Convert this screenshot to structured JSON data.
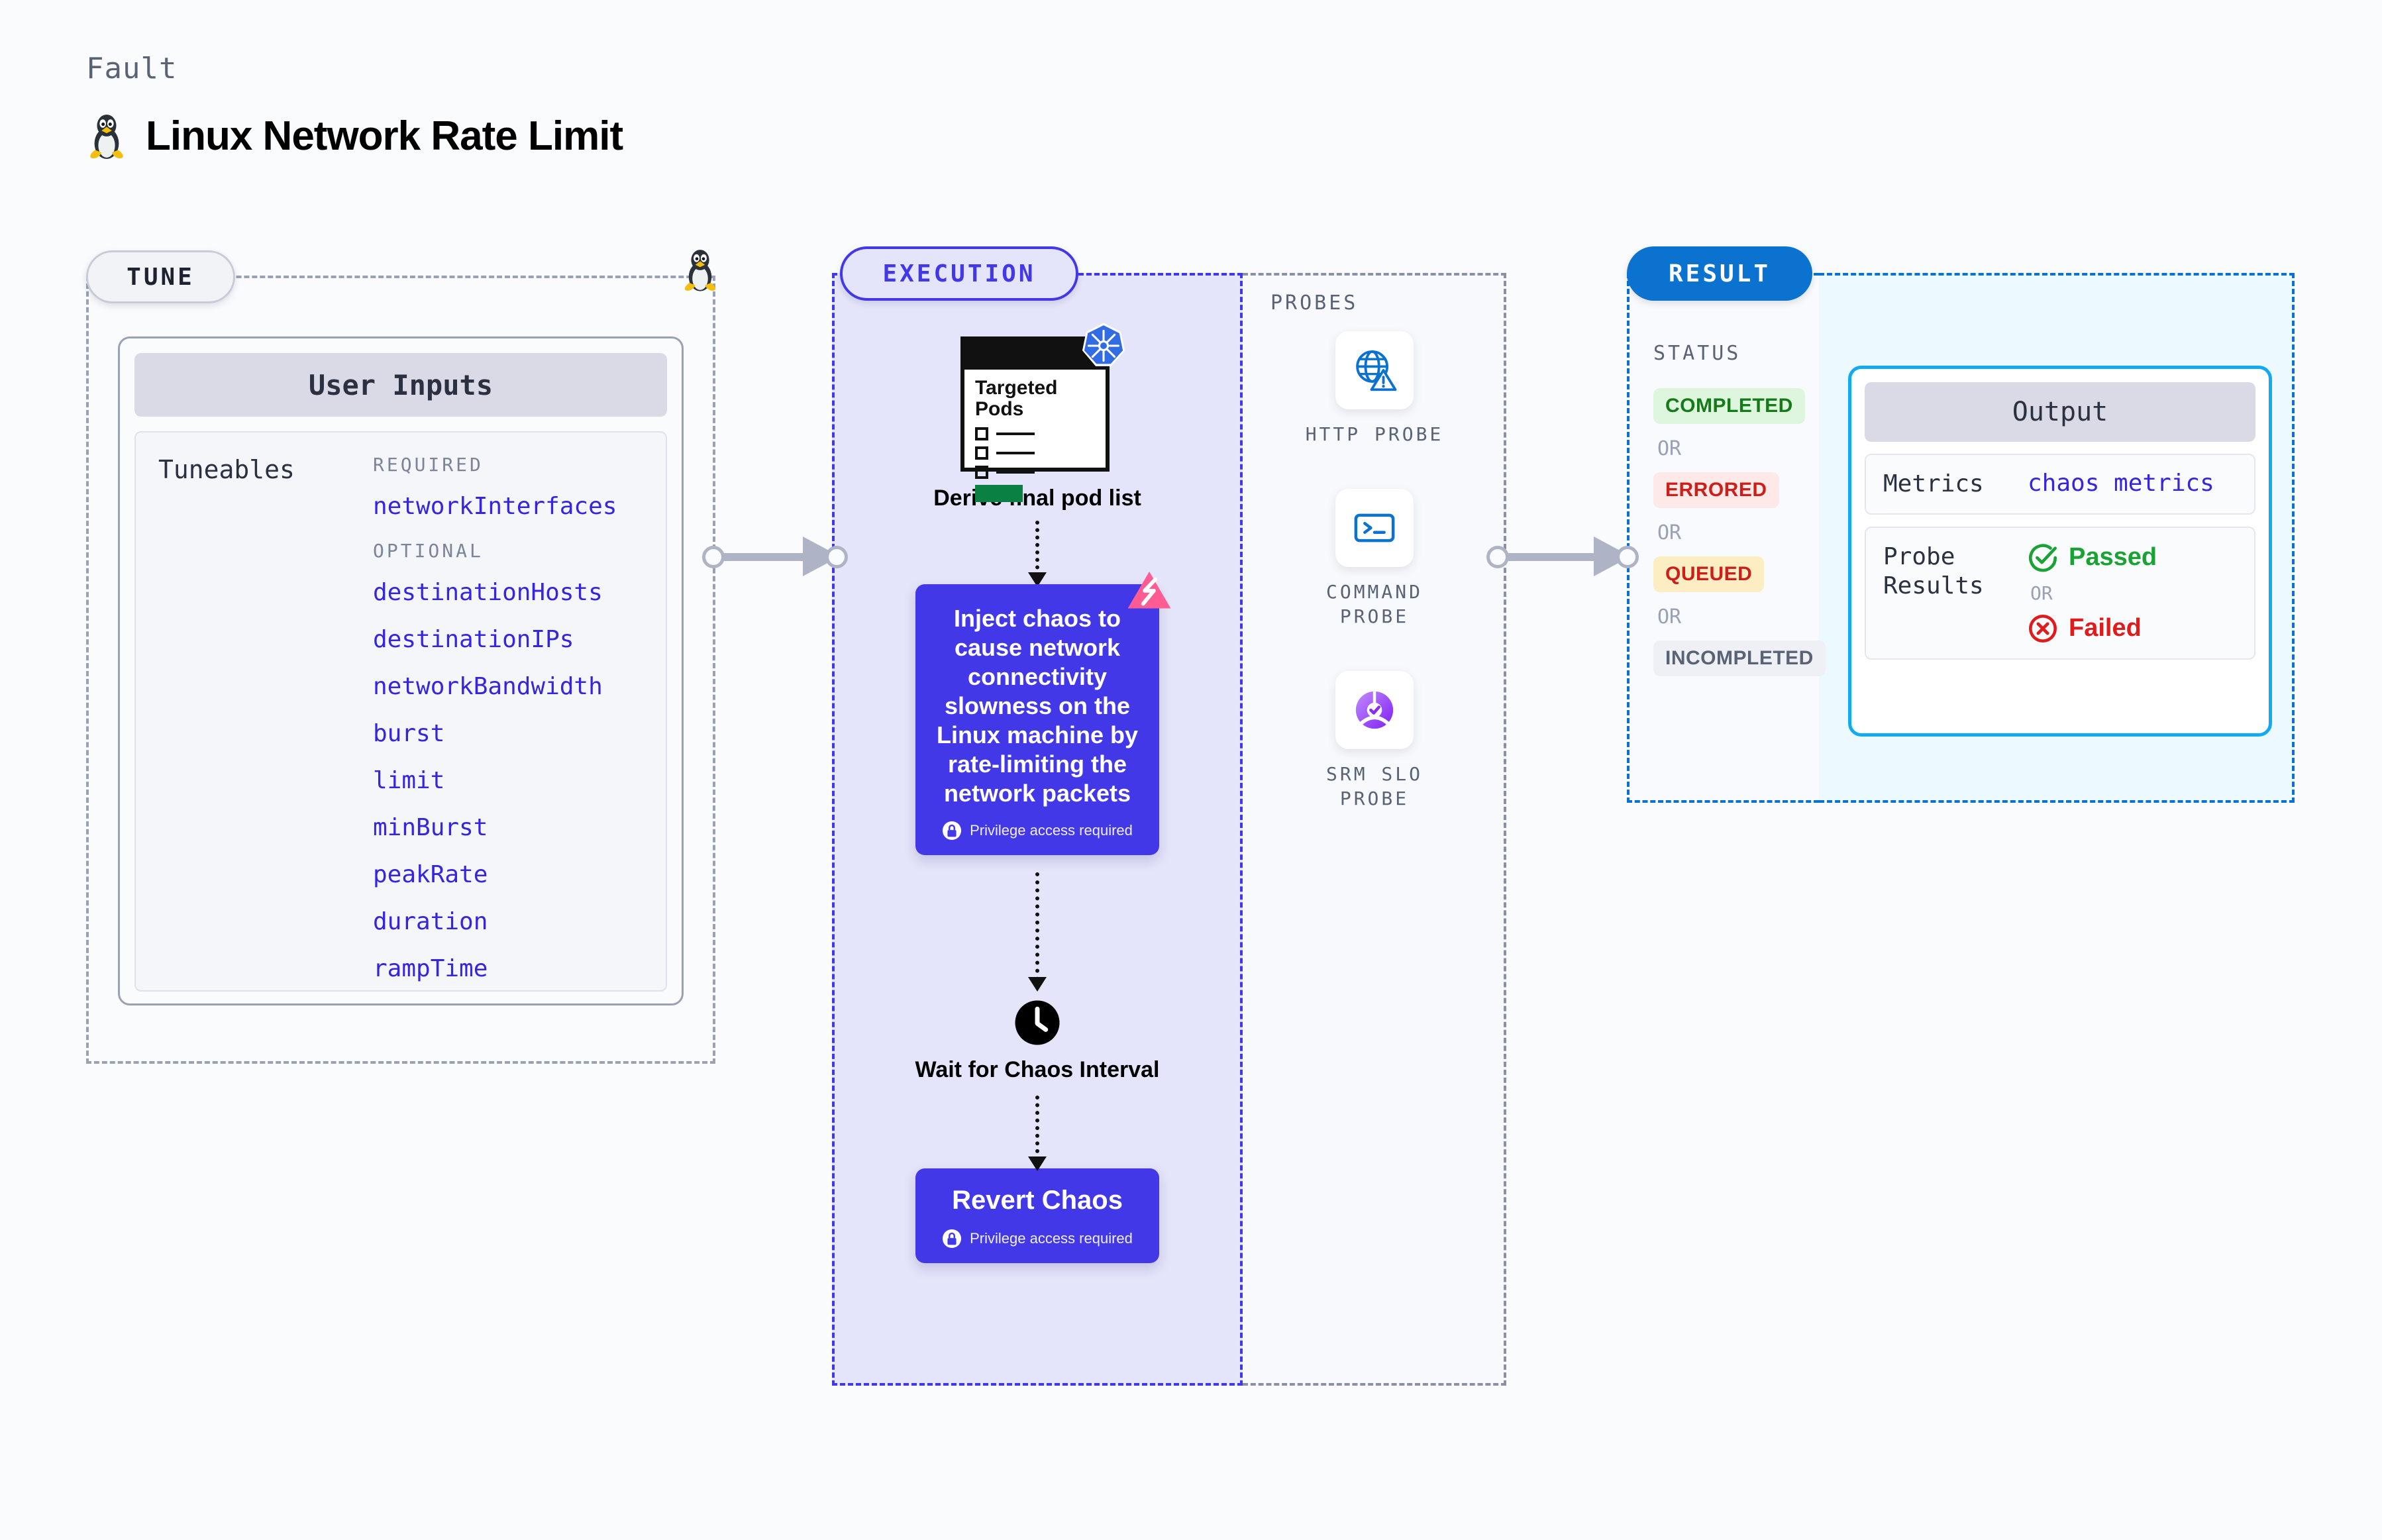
{
  "header": {
    "kicker": "Fault",
    "title": "Linux Network Rate Limit",
    "icon": "linux-tux-icon"
  },
  "tune": {
    "tag": "TUNE",
    "card_title": "User Inputs",
    "left_label": "Tuneables",
    "required_label": "REQUIRED",
    "optional_label": "OPTIONAL",
    "required": [
      "networkInterfaces"
    ],
    "optional": [
      "destinationHosts",
      "destinationIPs",
      "networkBandwidth",
      "burst",
      "limit",
      "minBurst",
      "peakRate",
      "duration",
      "rampTime"
    ]
  },
  "execution": {
    "tag": "EXECUTION",
    "pod_card": {
      "title": "Targeted Pods",
      "badge_icon": "kubernetes-icon",
      "rows": 3
    },
    "derive_caption": "Derive final pod list",
    "chaos": {
      "text": "Inject chaos to cause network connectivity slowness on the Linux machine by rate-limiting the network packets",
      "privilege_note": "Privilege access required",
      "badge_icon": "litmus-chaos-icon"
    },
    "wait": {
      "icon": "clock-icon",
      "caption": "Wait for Chaos Interval"
    },
    "revert": {
      "title": "Revert Chaos",
      "privilege_note": "Privilege access required"
    }
  },
  "probes": {
    "label": "PROBES",
    "items": [
      {
        "name": "HTTP PROBE",
        "icon": "globe-warning-icon"
      },
      {
        "name": "COMMAND\nPROBE",
        "icon": "terminal-icon"
      },
      {
        "name": "SRM SLO\nPROBE",
        "icon": "slo-gauge-icon"
      }
    ]
  },
  "result": {
    "tag": "RESULT",
    "status_label": "STATUS",
    "or_label": "OR",
    "statuses": [
      {
        "label": "COMPLETED",
        "bg": "#ddf6dd",
        "color": "#157a17"
      },
      {
        "label": "ERRORED",
        "bg": "#fde9e8",
        "color": "#cc1f1a"
      },
      {
        "label": "QUEUED",
        "bg": "#fdedc2",
        "color": "#cc1f1a"
      },
      {
        "label": "INCOMPLETED",
        "bg": "#eef0f5",
        "color": "#5a6275"
      }
    ],
    "output": {
      "title": "Output",
      "metrics_key": "Metrics",
      "metrics_value": "chaos metrics",
      "probe_results_key": "Probe Results",
      "or_label": "OR",
      "passed": {
        "label": "Passed",
        "color": "#1aa334",
        "icon": "check-circle-icon"
      },
      "failed": {
        "label": "Failed",
        "color": "#e01b1b",
        "icon": "x-circle-icon"
      }
    }
  },
  "colors": {
    "accent_indigo": "#4338e8",
    "accent_blue": "#0b72d0",
    "accent_cyan": "#12aaf0",
    "exec_bg": "#e4e4fa",
    "output_bg": "#ecfaff"
  }
}
